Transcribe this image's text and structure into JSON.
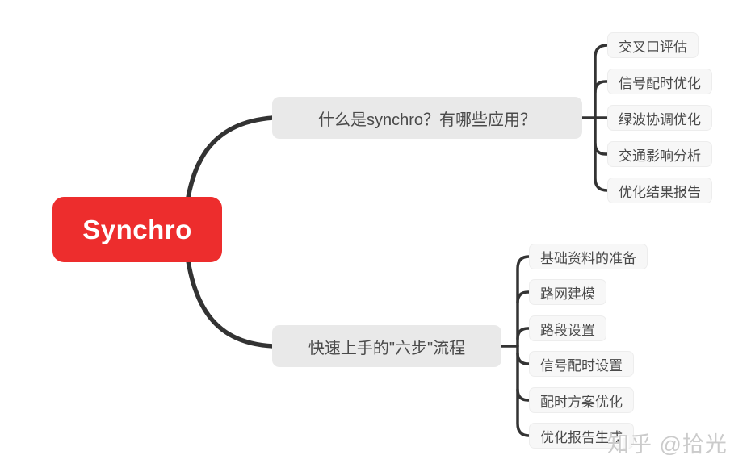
{
  "mindmap": {
    "root": {
      "label": "Synchro"
    },
    "branches": [
      {
        "label": "什么是synchro？有哪些应用？",
        "children": [
          {
            "label": "交叉口评估"
          },
          {
            "label": "信号配时优化"
          },
          {
            "label": "绿波协调优化"
          },
          {
            "label": "交通影响分析"
          },
          {
            "label": "优化结果报告"
          }
        ]
      },
      {
        "label": "快速上手的\"六步\"流程",
        "children": [
          {
            "label": "基础资料的准备"
          },
          {
            "label": "路网建模"
          },
          {
            "label": "路段设置"
          },
          {
            "label": "信号配时设置"
          },
          {
            "label": "配时方案优化"
          },
          {
            "label": "优化报告生成"
          }
        ]
      }
    ],
    "colors": {
      "root_bg": "#ED2D2D",
      "root_text": "#FFFFFF",
      "branch_bg": "#E9E9E9",
      "leaf_bg": "#F7F7F7",
      "node_text": "#4A4A4A",
      "connector": "#333333"
    }
  },
  "watermark": {
    "label": "知乎 @拾光"
  }
}
